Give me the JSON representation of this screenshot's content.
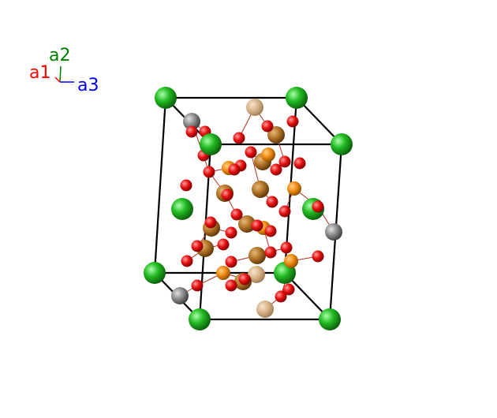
{
  "axes": {
    "a1": {
      "label": "a1",
      "color": "#ff0000"
    },
    "a2": {
      "label": "a2",
      "color": "#008000"
    },
    "a3": {
      "label": "a3",
      "color": "#0000ff"
    }
  },
  "atom_colors": {
    "green": "#22bb22",
    "gray": "#8a8a8a",
    "brown": "#b07428",
    "tan": "#d9b48a",
    "orange": "#ee8a10",
    "red": "#e61010"
  },
  "bond_color": "#b03020",
  "cell_edge_color": "#000000"
}
